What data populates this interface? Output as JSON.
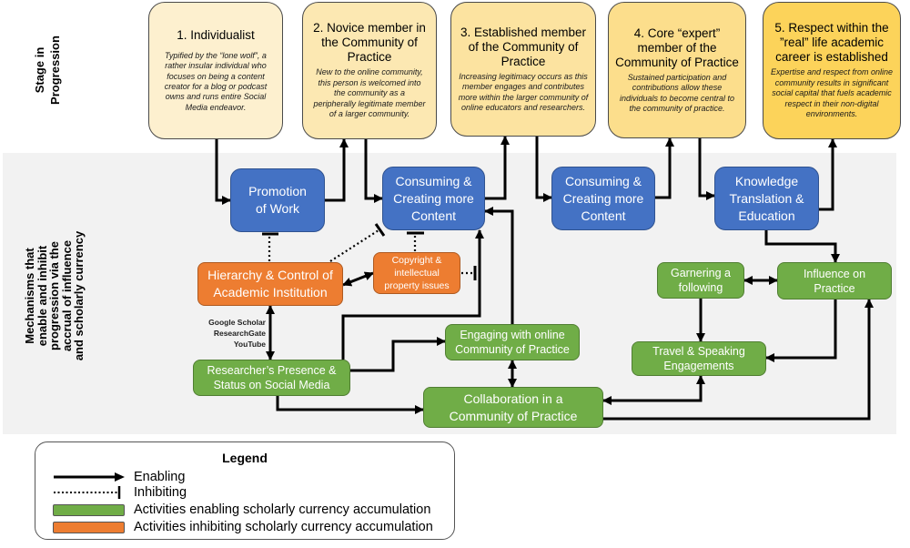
{
  "row_labels": {
    "stage": "Stage in Progression",
    "mechanisms": "Mechanisms that enable and inhibit progression via the accrual of influence and scholarly currency"
  },
  "stages": [
    {
      "id": "stage_1",
      "title": "1. Individualist",
      "description": "Typified by the “lone wolf”, a rather insular individual who focuses on being a content creator for a blog or podcast owns and runs entire Social Media endeavor."
    },
    {
      "id": "stage_2",
      "title": "2. Novice member in the Community of Practice",
      "description": "New to the online community, this person is welcomed into the community as a peripherally legitimate member of a larger community."
    },
    {
      "id": "stage_3",
      "title": "3. Established member of the Community of Practice",
      "description": "Increasing legitimacy occurs as this member engages and contributes more within the larger community of online educators and researchers."
    },
    {
      "id": "stage_4",
      "title": "4. Core “expert” member of the Community of Practice",
      "description": "Sustained participation and contributions allow these individuals to become central to the community of practice."
    },
    {
      "id": "stage_5",
      "title": "5. Respect within the ”real” life academic career is established",
      "description": "Expertise and respect from online community results in significant social capital that fuels academic respect in their non-digital environments."
    }
  ],
  "mechanisms": {
    "promotion": "Promotion of Work",
    "consuming_creating_1": "Consuming & Creating more Content",
    "consuming_creating_2": "Consuming & Creating more Content",
    "knowledge_translation": "Knowledge Translation & Education",
    "hierarchy": "Hierarchy & Control of Academic Institution",
    "copyright": "Copyright & intellectual property issues",
    "presence": "Researcher’s Presence & Status on Social Media",
    "engaging": "Engaging with online Community of Practice",
    "collaboration": "Collaboration in a Community of Practice",
    "garnering": "Garnering a following",
    "influence": "Influence on Practice",
    "travel": "Travel & Speaking Engagements"
  },
  "platform_labels": [
    "Google Scholar",
    "ResearchGate",
    "YouTube"
  ],
  "connections": [
    {
      "from": "stage_1",
      "to": "promotion",
      "type": "enabling"
    },
    {
      "from": "promotion",
      "to": "stage_2",
      "type": "enabling"
    },
    {
      "from": "stage_2",
      "to": "consuming_creating_1",
      "type": "enabling"
    },
    {
      "from": "consuming_creating_1",
      "to": "stage_3",
      "type": "enabling"
    },
    {
      "from": "stage_3",
      "to": "consuming_creating_2",
      "type": "enabling"
    },
    {
      "from": "consuming_creating_2",
      "to": "stage_4",
      "type": "enabling"
    },
    {
      "from": "stage_4",
      "to": "knowledge_translation",
      "type": "enabling"
    },
    {
      "from": "knowledge_translation",
      "to": "stage_5",
      "type": "enabling"
    },
    {
      "from": "knowledge_translation",
      "to": "influence",
      "type": "enabling"
    },
    {
      "from": "garnering",
      "to": "influence",
      "type": "enabling",
      "bidirectional": true
    },
    {
      "from": "garnering",
      "to": "travel",
      "type": "enabling"
    },
    {
      "from": "influence",
      "to": "travel",
      "type": "enabling"
    },
    {
      "from": "collaboration",
      "to": "travel",
      "type": "enabling",
      "bidirectional": true
    },
    {
      "from": "collaboration",
      "to": "influence",
      "type": "enabling"
    },
    {
      "from": "presence",
      "to": "consuming_creating_1",
      "type": "enabling"
    },
    {
      "from": "presence",
      "to": "engaging",
      "type": "enabling"
    },
    {
      "from": "presence",
      "to": "collaboration",
      "type": "enabling"
    },
    {
      "from": "engaging",
      "to": "consuming_creating_1",
      "type": "enabling"
    },
    {
      "from": "engaging",
      "to": "collaboration",
      "type": "enabling",
      "bidirectional": true
    },
    {
      "from": "hierarchy",
      "to": "presence",
      "type": "enabling",
      "bidirectional": true
    },
    {
      "from": "hierarchy",
      "to": "copyright",
      "type": "enabling",
      "bidirectional": true
    },
    {
      "from": "hierarchy",
      "to": "promotion",
      "type": "inhibiting"
    },
    {
      "from": "hierarchy",
      "to": "consuming_creating_1",
      "type": "inhibiting"
    },
    {
      "from": "copyright",
      "to": "consuming_creating_1",
      "type": "inhibiting"
    },
    {
      "from": "copyright",
      "to": "presence_to_consuming_link",
      "type": "inhibiting"
    }
  ],
  "legend": {
    "title": "Legend",
    "items": [
      {
        "symbol": "solid-arrow",
        "label": "Enabling"
      },
      {
        "symbol": "dotted-t-bar",
        "label": "Inhibiting"
      },
      {
        "symbol": "green-swatch",
        "label": "Activities enabling scholarly currency accumulation"
      },
      {
        "symbol": "orange-swatch",
        "label": "Activities inhibiting scholarly currency accumulation"
      }
    ]
  },
  "colors": {
    "stage_1": "#FDF0CF",
    "stage_2": "#FCE8B2",
    "stage_3": "#FCE3A0",
    "stage_4": "#FCDE8C",
    "stage_5": "#FCD35A",
    "process_blue": "#4472C4",
    "enabling_green": "#70AD47",
    "inhibiting_orange": "#ED7D31",
    "band_gray": "#F2F2F2"
  }
}
